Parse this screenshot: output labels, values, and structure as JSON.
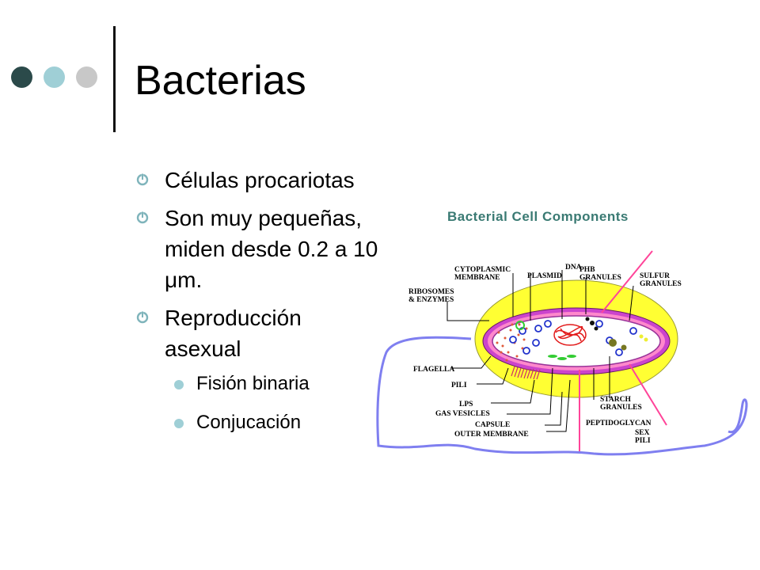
{
  "slide": {
    "title": "Bacterias",
    "accent_colors": [
      "#2b4a4a",
      "#9fcfd6",
      "#c8c8c8"
    ]
  },
  "bullets": [
    {
      "text": "Células procariotas",
      "level": 1
    },
    {
      "text": "Son muy pequeñas, miden desde 0.2 a 10 μm.",
      "level": 1
    },
    {
      "text": "Reproducción asexual",
      "level": 1
    },
    {
      "text": "Fisión binaria",
      "level": 2
    },
    {
      "text": "Conjucación",
      "level": 2
    }
  ],
  "diagram": {
    "title": "Bacterial Cell Components",
    "labels": {
      "cytoplasmic1": "CYTOPLASMIC",
      "cytoplasmic2": "MEMBRANE",
      "plasmid": "PLASMID",
      "dna": "DNA",
      "phb1": "PHB",
      "phb2": "GRANULES",
      "sulfur1": "SULFUR",
      "sulfur2": "GRANULES",
      "ribosomes1": "RIBOSOMES",
      "ribosomes2": "& ENZYMES",
      "flagella": "FLAGELLA",
      "pili": "PILI",
      "lps": "LPS",
      "gas": "GAS VESICLES",
      "capsule": "CAPSULE",
      "outer": "OUTER MEMBRANE",
      "starch1": "STARCH",
      "starch2": "GRANULES",
      "peptido": "PEPTIDOGLYCAN",
      "sex": "SEX",
      "sexpili": "PILI"
    }
  }
}
